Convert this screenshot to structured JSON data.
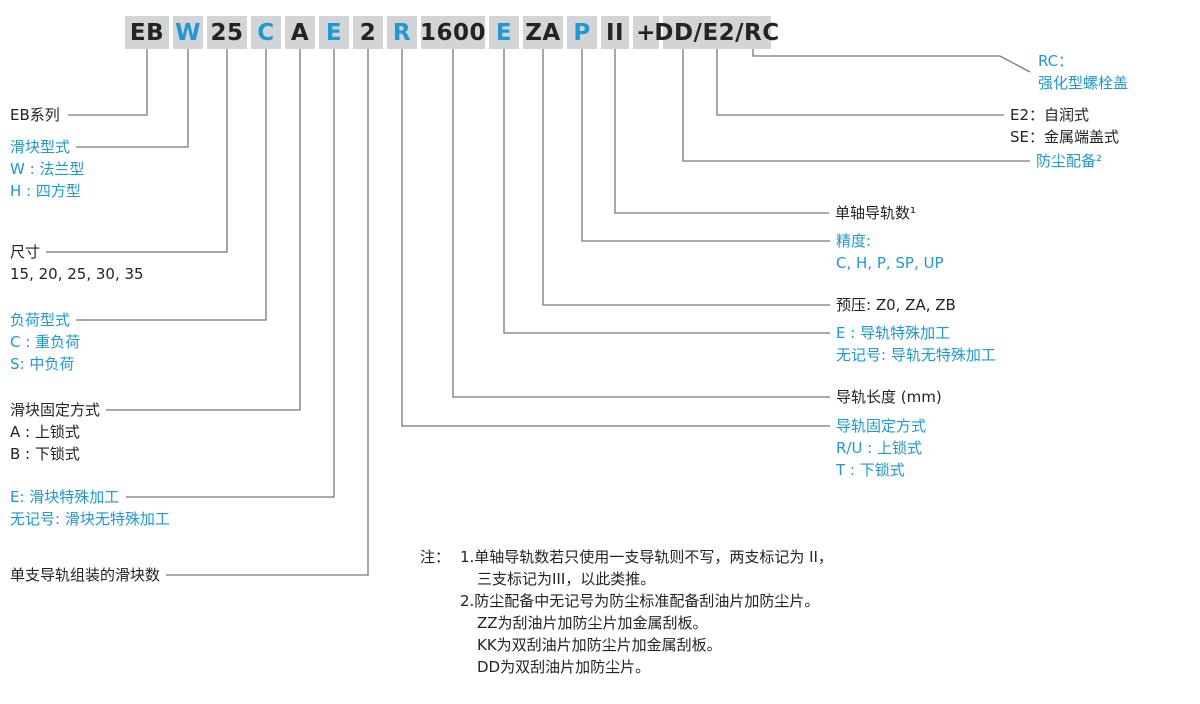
{
  "palette": {
    "accent_blue": "#2098d4",
    "text_black": "#232323",
    "box_gray": "#d3d4d6",
    "line_gray": "#77787b"
  },
  "code": {
    "segments": [
      {
        "text": "EB",
        "color": "black"
      },
      {
        "text": "W",
        "color": "blue"
      },
      {
        "text": "25",
        "color": "black"
      },
      {
        "text": "C",
        "color": "blue"
      },
      {
        "text": "A",
        "color": "black"
      },
      {
        "text": "E",
        "color": "blue"
      },
      {
        "text": "2",
        "color": "black"
      },
      {
        "text": "R",
        "color": "blue"
      },
      {
        "text": "1600",
        "color": "black"
      },
      {
        "text": "E",
        "color": "blue"
      },
      {
        "text": "ZA",
        "color": "black"
      },
      {
        "text": "P",
        "color": "blue"
      },
      {
        "text": "II",
        "color": "black"
      },
      {
        "text": "+",
        "color": "black"
      },
      {
        "text": "DD/E2/RC",
        "color": "black"
      }
    ]
  },
  "left": {
    "series": "EB系列",
    "block_type_title": "滑块型式",
    "block_type_w": "W : 法兰型",
    "block_type_h": "H : 四方型",
    "size_title": "尺寸",
    "size_values": "15, 20, 25, 30, 35",
    "load_title": "负荷型式",
    "load_c": "C : 重负荷",
    "load_s": "S: 中负荷",
    "fixing_title": "滑块固定方式",
    "fixing_a": "A : 上锁式",
    "fixing_b": "B : 下锁式",
    "special_e": "E: 滑块特殊加工",
    "special_none": "无记号: 滑块无特殊加工",
    "block_count": "单支导轨组装的滑块数"
  },
  "right": {
    "rc_title": "RC：",
    "rc_desc": "强化型螺栓盖",
    "e2": "E2：自润式",
    "se": "SE：金属端盖式",
    "dust": "防尘配备²",
    "rail_count": "单轴导轨数¹",
    "precision_title": "精度:",
    "precision_values": "C, H, P, SP, UP",
    "preload": "预压: Z0, ZA, ZB",
    "rail_special_e": "E : 导轨特殊加工",
    "rail_special_none": "无记号: 导轨无特殊加工",
    "rail_length": "导轨长度 (mm)",
    "rail_fixing_title": "导轨固定方式",
    "rail_fixing_ru": "R/U : 上锁式",
    "rail_fixing_t": "T : 下锁式"
  },
  "notes": {
    "prefix": "注：",
    "note1_line1": "1.单轴导轨数若只使用一支导轨则不写，两支标记为 II，",
    "note1_line2": "三支标记为III，以此类推。",
    "note2_line1": "2.防尘配备中无记号为防尘标准配备刮油片加防尘片。",
    "note2_line2": "ZZ为刮油片加防尘片加金属刮板。",
    "note2_line3": "KK为双刮油片加防尘片加金属刮板。",
    "note2_line4": "DD为双刮油片加防尘片。"
  }
}
